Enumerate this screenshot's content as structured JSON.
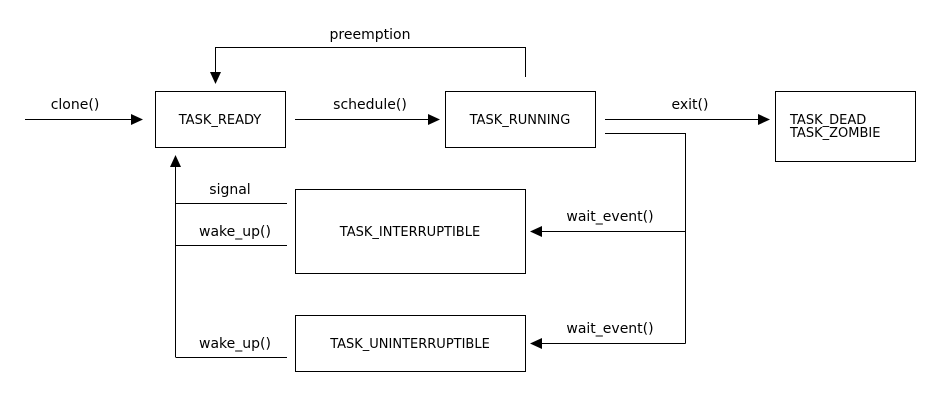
{
  "states": {
    "ready": "TASK_READY",
    "running": "TASK_RUNNING",
    "dead": "TASK_DEAD",
    "zombie": "TASK_ZOMBIE",
    "interruptible": "TASK_INTERRUPTIBLE",
    "uninterruptible": "TASK_UNINTERRUPTIBLE"
  },
  "transitions": {
    "clone": "clone()",
    "schedule": "schedule()",
    "preemption": "preemption",
    "exit": "exit()",
    "wait_event_interruptible": "wait_event()",
    "wait_event_uninterruptible": "wait_event()",
    "signal": "signal",
    "wake_up_interruptible": "wake_up()",
    "wake_up_uninterruptible": "wake_up()"
  }
}
